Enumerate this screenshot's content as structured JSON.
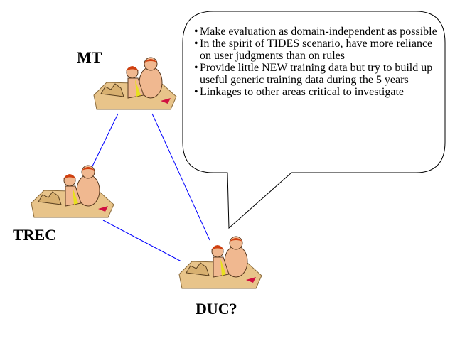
{
  "nodes": {
    "mt": {
      "label": "MT"
    },
    "trec": {
      "label": "TREC"
    },
    "duc": {
      "label": "DUC?"
    }
  },
  "callout": {
    "bullets": [
      "Make evaluation as domain-independent as possible",
      "In the spirit of TIDES scenario, have more reliance on user judgments than on rules",
      "Provide little NEW training data but try to build up useful generic training data during the 5 years",
      "Linkages to other areas critical to investigate"
    ]
  },
  "colors": {
    "connector": "#0000ff",
    "sand": "#e8c48a",
    "skin": "#f0b890",
    "hair": "#d04010"
  }
}
